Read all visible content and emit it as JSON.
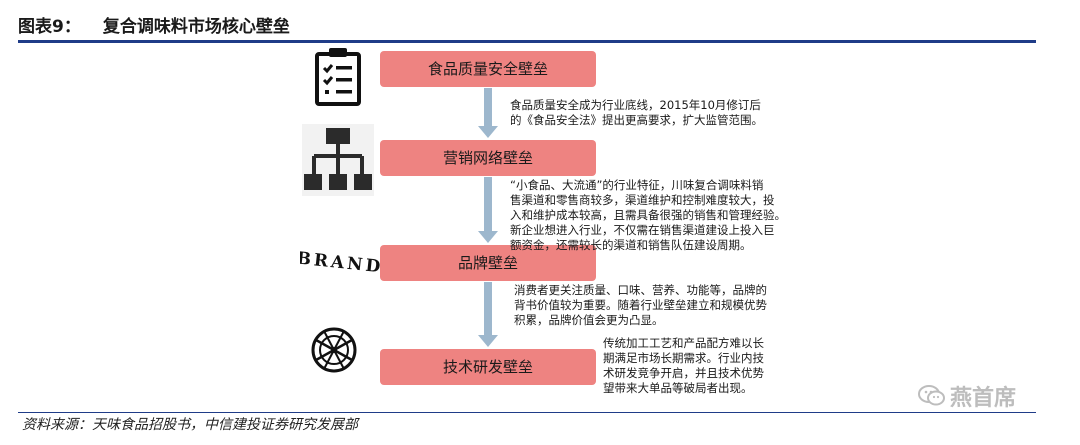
{
  "header": {
    "figure_label": "图表9：",
    "title": "复合调味料市场核心壁垒"
  },
  "barriers": [
    {
      "label": "食品质量安全壁垒",
      "icon": "checklist-icon"
    },
    {
      "label": "营销网络壁垒",
      "icon": "org-network-icon"
    },
    {
      "label": "品牌壁垒",
      "icon": "brand-logo-icon"
    },
    {
      "label": "技术研发壁垒",
      "icon": "globe-tech-icon"
    }
  ],
  "brand_icon_text": "BRAND",
  "descriptions": [
    [
      "食品质量安全成为行业底线，2015年10月修订后",
      "的《食品安全法》提出更高要求，扩大监管范围。"
    ],
    [
      "“小食品、大流通”的行业特征，川味复合调味料销",
      "售渠道和零售商较多，渠道维护和控制难度较大，投",
      "入和维护成本较高，且需具备很强的销售和管理经验。",
      "新企业想进入行业，不仅需在销售渠道建设上投入巨",
      "额资金，还需较长的渠道和销售队伍建设周期。"
    ],
    [
      "消费者更关注质量、口味、营养、功能等，品牌的",
      "背书价值较为重要。随着行业壁垒建立和规模优势",
      "积累，品牌价值会更为凸显。"
    ],
    [
      "传统加工工艺和产品配方难以长",
      "期满足市场长期需求。行业内技",
      "术研发竞争开启，并且技术优势",
      "望带来大单品等破局者出现。"
    ]
  ],
  "source": "资料来源：天味食品招股书，中信建投证券研究发展部",
  "watermark": "燕首席",
  "colors": {
    "box": "#ee8381",
    "arrow": "#9db7cd",
    "rule": "#1f3c88"
  }
}
